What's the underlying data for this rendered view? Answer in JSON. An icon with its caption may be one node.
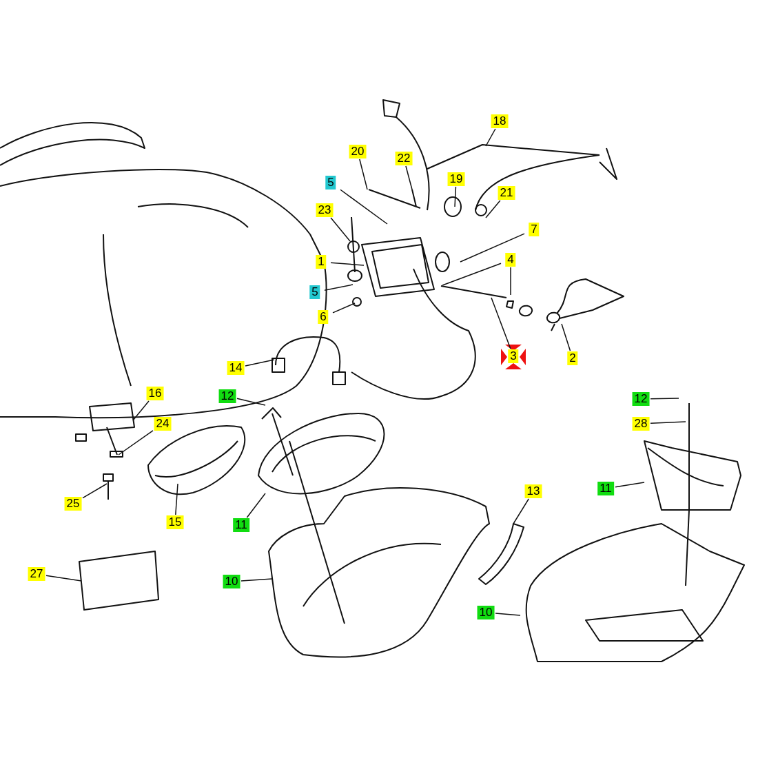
{
  "diagram": {
    "nodes": [
      {
        "text": [
          "18"
        ]
      },
      {
        "text": [
          "20"
        ]
      },
      {
        "text": [
          "22"
        ]
      },
      {
        "text": [
          "5"
        ]
      },
      {
        "text": [
          "19"
        ]
      },
      {
        "text": [
          "21"
        ]
      },
      {
        "text": [
          "23"
        ]
      },
      {
        "text": [
          "7"
        ]
      },
      {
        "text": [
          "1"
        ]
      },
      {
        "text": [
          "4"
        ]
      },
      {
        "text": [
          "5"
        ]
      },
      {
        "text": [
          "6"
        ]
      },
      {
        "text": [
          "3"
        ]
      },
      {
        "text": [
          "2"
        ]
      },
      {
        "text": [
          "14"
        ]
      },
      {
        "text": [
          "16"
        ]
      },
      {
        "text": [
          "12"
        ]
      },
      {
        "text": [
          "24"
        ]
      },
      {
        "text": [
          "25"
        ]
      },
      {
        "text": [
          "15"
        ]
      },
      {
        "text": [
          "11"
        ]
      },
      {
        "text": [
          "13"
        ]
      },
      {
        "text": [
          "27"
        ]
      },
      {
        "text": [
          "10"
        ]
      },
      {
        "text": [
          "12"
        ]
      },
      {
        "text": [
          "28"
        ]
      },
      {
        "text": [
          "11"
        ]
      },
      {
        "text": [
          "10"
        ]
      }
    ],
    "edges": [
      {
        "from": 0,
        "to": null,
        "arrow": "none"
      },
      {
        "from": 1,
        "to": null,
        "arrow": "none"
      },
      {
        "from": 2,
        "to": null,
        "arrow": "none"
      },
      {
        "from": 3,
        "to": null,
        "arrow": "none"
      },
      {
        "from": 4,
        "to": null,
        "arrow": "none"
      },
      {
        "from": 5,
        "to": null,
        "arrow": "none"
      },
      {
        "from": 6,
        "to": null,
        "arrow": "none"
      },
      {
        "from": 7,
        "to": null,
        "arrow": "none"
      },
      {
        "from": 8,
        "to": null,
        "arrow": "none"
      },
      {
        "from": 9,
        "to": null,
        "arrow": "none"
      },
      {
        "from": 9,
        "to": null,
        "arrow": "none"
      },
      {
        "from": 10,
        "to": null,
        "arrow": "none"
      },
      {
        "from": 11,
        "to": null,
        "arrow": "none"
      },
      {
        "from": 12,
        "to": null,
        "arrow": "none"
      },
      {
        "from": 13,
        "to": null,
        "arrow": "none"
      },
      {
        "from": 14,
        "to": null,
        "arrow": "none"
      },
      {
        "from": 15,
        "to": null,
        "arrow": "none"
      },
      {
        "from": 16,
        "to": null,
        "arrow": "none"
      },
      {
        "from": 17,
        "to": null,
        "arrow": "none"
      },
      {
        "from": 18,
        "to": null,
        "arrow": "none"
      },
      {
        "from": 19,
        "to": null,
        "arrow": "none"
      },
      {
        "from": 20,
        "to": null,
        "arrow": "none"
      },
      {
        "from": 21,
        "to": null,
        "arrow": "none"
      },
      {
        "from": 22,
        "to": null,
        "arrow": "none"
      },
      {
        "from": 23,
        "to": null,
        "arrow": "none"
      },
      {
        "from": 24,
        "to": null,
        "arrow": "none"
      },
      {
        "from": 25,
        "to": null,
        "arrow": "none"
      },
      {
        "from": 26,
        "to": null,
        "arrow": "none"
      },
      {
        "from": 27,
        "to": null,
        "arrow": "none"
      }
    ]
  }
}
